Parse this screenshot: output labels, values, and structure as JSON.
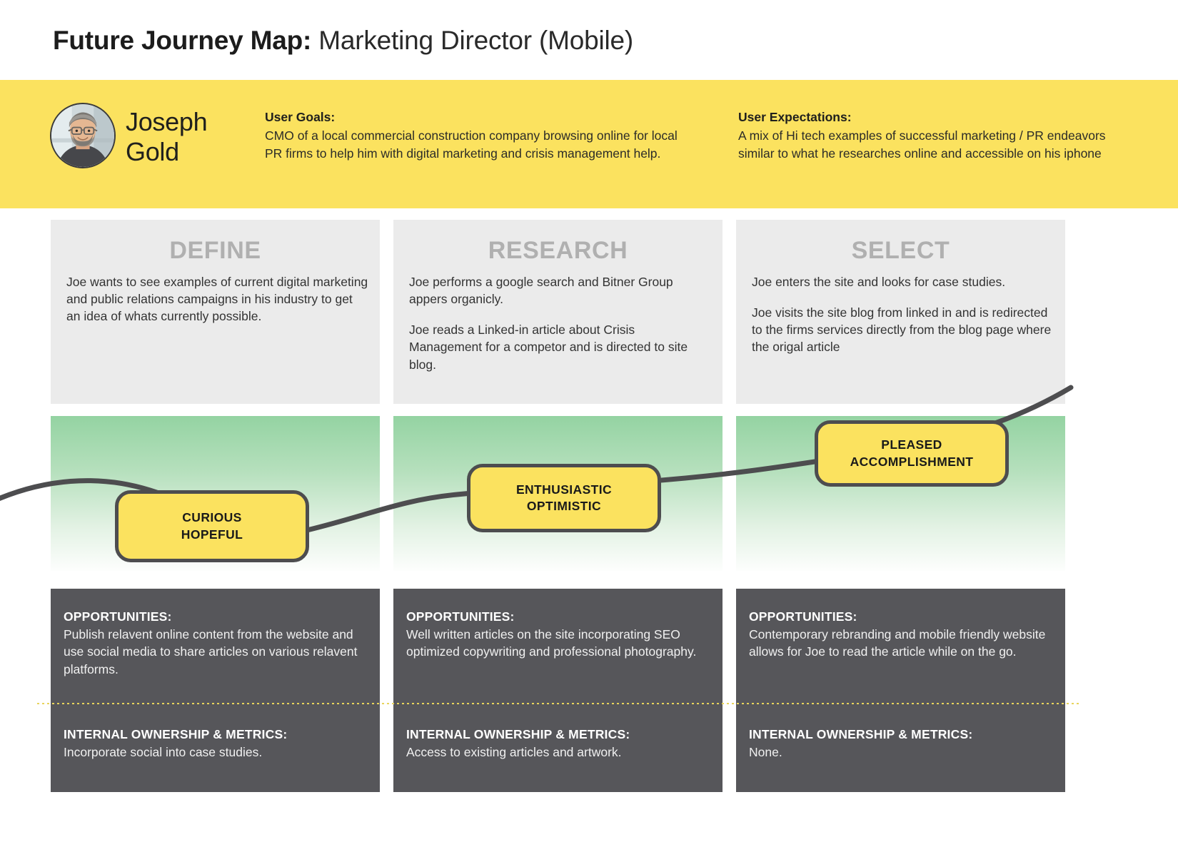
{
  "header": {
    "title_strong": "Future Journey Map:",
    "title_light": "Marketing Director (Mobile)"
  },
  "persona": {
    "name_line1": "Joseph",
    "name_line2": "Gold",
    "avatar_icon": "persona-photo",
    "goals_label": "User Goals:",
    "goals_text": "CMO of a local commercial construction company browsing online for local PR firms to help him with digital marketing and crisis management help.",
    "expectations_label": "User Expectations:",
    "expectations_text": "A mix of Hi tech examples of successful marketing / PR endeavors similar to what he researches online and accessible on his iphone"
  },
  "colors": {
    "brand_yellow": "#fbe25f",
    "stage_gray": "#ebebeb",
    "stage_title_gray": "#b0b0b0",
    "dark_panel": "#56565a",
    "curve_line": "#4d4d4f",
    "emotion_green": "#94d3a2",
    "divider_yellow": "#e8d45c"
  },
  "stages": [
    {
      "title": "DEFINE",
      "paragraphs": [
        "Joe wants to see examples of current digital marketing and public relations campaigns in his industry to get an idea of whats currently possible."
      ],
      "emotion": {
        "line1": "CURIOUS",
        "line2": "HOPEFUL"
      },
      "opportunities_label": "OPPORTUNITIES:",
      "opportunities_text": "Publish relavent online content from the website and use social media to share articles on various relavent platforms.",
      "metrics_label": "INTERNAL OWNERSHIP & METRICS:",
      "metrics_text": "Incorporate social into case studies."
    },
    {
      "title": "RESEARCH",
      "paragraphs": [
        "Joe performs a google search and Bitner Group appers organicly.",
        "Joe reads a Linked-in article about Crisis Management for a competor and is directed to site blog."
      ],
      "emotion": {
        "line1": "ENTHUSIASTIC",
        "line2": "OPTIMISTIC"
      },
      "opportunities_label": "OPPORTUNITIES:",
      "opportunities_text": "Well written articles on the site incorporating SEO optimized copywriting and professional photography.",
      "metrics_label": "INTERNAL OWNERSHIP & METRICS:",
      "metrics_text": "Access to existing articles and artwork."
    },
    {
      "title": "SELECT",
      "paragraphs": [
        "Joe enters the site and looks for case studies.",
        "Joe visits the site blog from linked in and is redirected to the firms services directly from the blog page where the origal article"
      ],
      "emotion": {
        "line1": "PLEASED",
        "line2": "ACCOMPLISHMENT"
      },
      "opportunities_label": "OPPORTUNITIES:",
      "opportunities_text": "Contemporary rebranding and mobile friendly website allows for Joe to read the article while on the go.",
      "metrics_label": "INTERNAL OWNERSHIP & METRICS:",
      "metrics_text": "None."
    }
  ]
}
